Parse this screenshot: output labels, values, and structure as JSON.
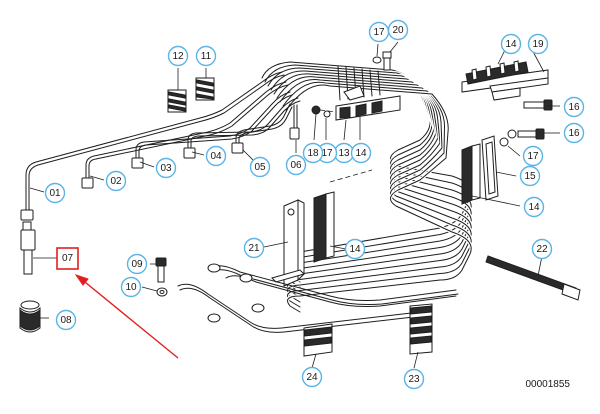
{
  "diagram": {
    "document_number": "00001855",
    "highlight_color": "#e02020",
    "callout_color": "#5ab4e6",
    "highlighted_part": "07",
    "callouts": [
      {
        "id": "c01",
        "label": "01"
      },
      {
        "id": "c02",
        "label": "02"
      },
      {
        "id": "c03",
        "label": "03"
      },
      {
        "id": "c04",
        "label": "04"
      },
      {
        "id": "c05",
        "label": "05"
      },
      {
        "id": "c06",
        "label": "06"
      },
      {
        "id": "c08",
        "label": "08"
      },
      {
        "id": "c09",
        "label": "09"
      },
      {
        "id": "c10",
        "label": "10"
      },
      {
        "id": "c11",
        "label": "11"
      },
      {
        "id": "c12",
        "label": "12"
      },
      {
        "id": "c13",
        "label": "13"
      },
      {
        "id": "c14a",
        "label": "14"
      },
      {
        "id": "c14b",
        "label": "14"
      },
      {
        "id": "c14c",
        "label": "14"
      },
      {
        "id": "c14d",
        "label": "14"
      },
      {
        "id": "c15",
        "label": "15"
      },
      {
        "id": "c16a",
        "label": "16"
      },
      {
        "id": "c16b",
        "label": "16"
      },
      {
        "id": "c17a",
        "label": "17"
      },
      {
        "id": "c17b",
        "label": "17"
      },
      {
        "id": "c17c",
        "label": "17"
      },
      {
        "id": "c18",
        "label": "18"
      },
      {
        "id": "c19",
        "label": "19"
      },
      {
        "id": "c20",
        "label": "20"
      },
      {
        "id": "c21",
        "label": "21"
      },
      {
        "id": "c22",
        "label": "22"
      },
      {
        "id": "c23",
        "label": "23"
      },
      {
        "id": "c24",
        "label": "24"
      }
    ]
  }
}
